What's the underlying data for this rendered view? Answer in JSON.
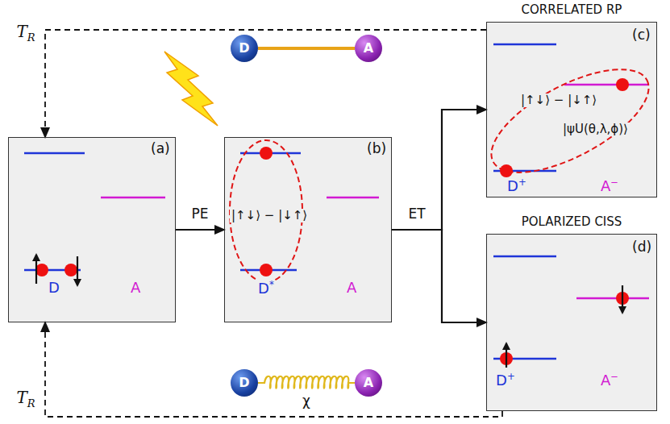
{
  "diagram": {
    "nodes": [
      {
        "text": [
          "(a)",
          "D",
          "A"
        ]
      },
      {
        "text": [
          "D"
        ]
      },
      {
        "text": [
          "A"
        ]
      },
      {
        "text": [
          "(b)",
          "|↑↓⟩ − |↓↑⟩",
          "D*",
          "A"
        ]
      },
      {
        "text": [
          "D"
        ]
      },
      {
        "text": [
          "A"
        ]
      },
      {
        "text": [
          "CORRELATED RP",
          "(c)",
          "|↑↓⟩ − |↓↑⟩",
          "|ψU(θ,λ,ϕ)⟩",
          "D+",
          "A−"
        ]
      },
      {
        "text": [
          "POLARIZED CISS",
          "(d)",
          "D+",
          "A−"
        ]
      }
    ],
    "edges": [
      {
        "from": 0,
        "to": 3,
        "arrow": "to",
        "label": "PE"
      },
      {
        "from": 3,
        "to": 6,
        "arrow": "to",
        "label": "ET"
      },
      {
        "from": 3,
        "to": 7,
        "arrow": "to"
      },
      {
        "from": 6,
        "to": 0,
        "arrow": "to",
        "label": "TR"
      },
      {
        "from": 7,
        "to": 0,
        "arrow": "to",
        "label": "TR"
      },
      {
        "from": 1,
        "to": 2,
        "arrow": "none"
      },
      {
        "from": 4,
        "to": 5,
        "arrow": "none",
        "label": "χ"
      }
    ]
  }
}
